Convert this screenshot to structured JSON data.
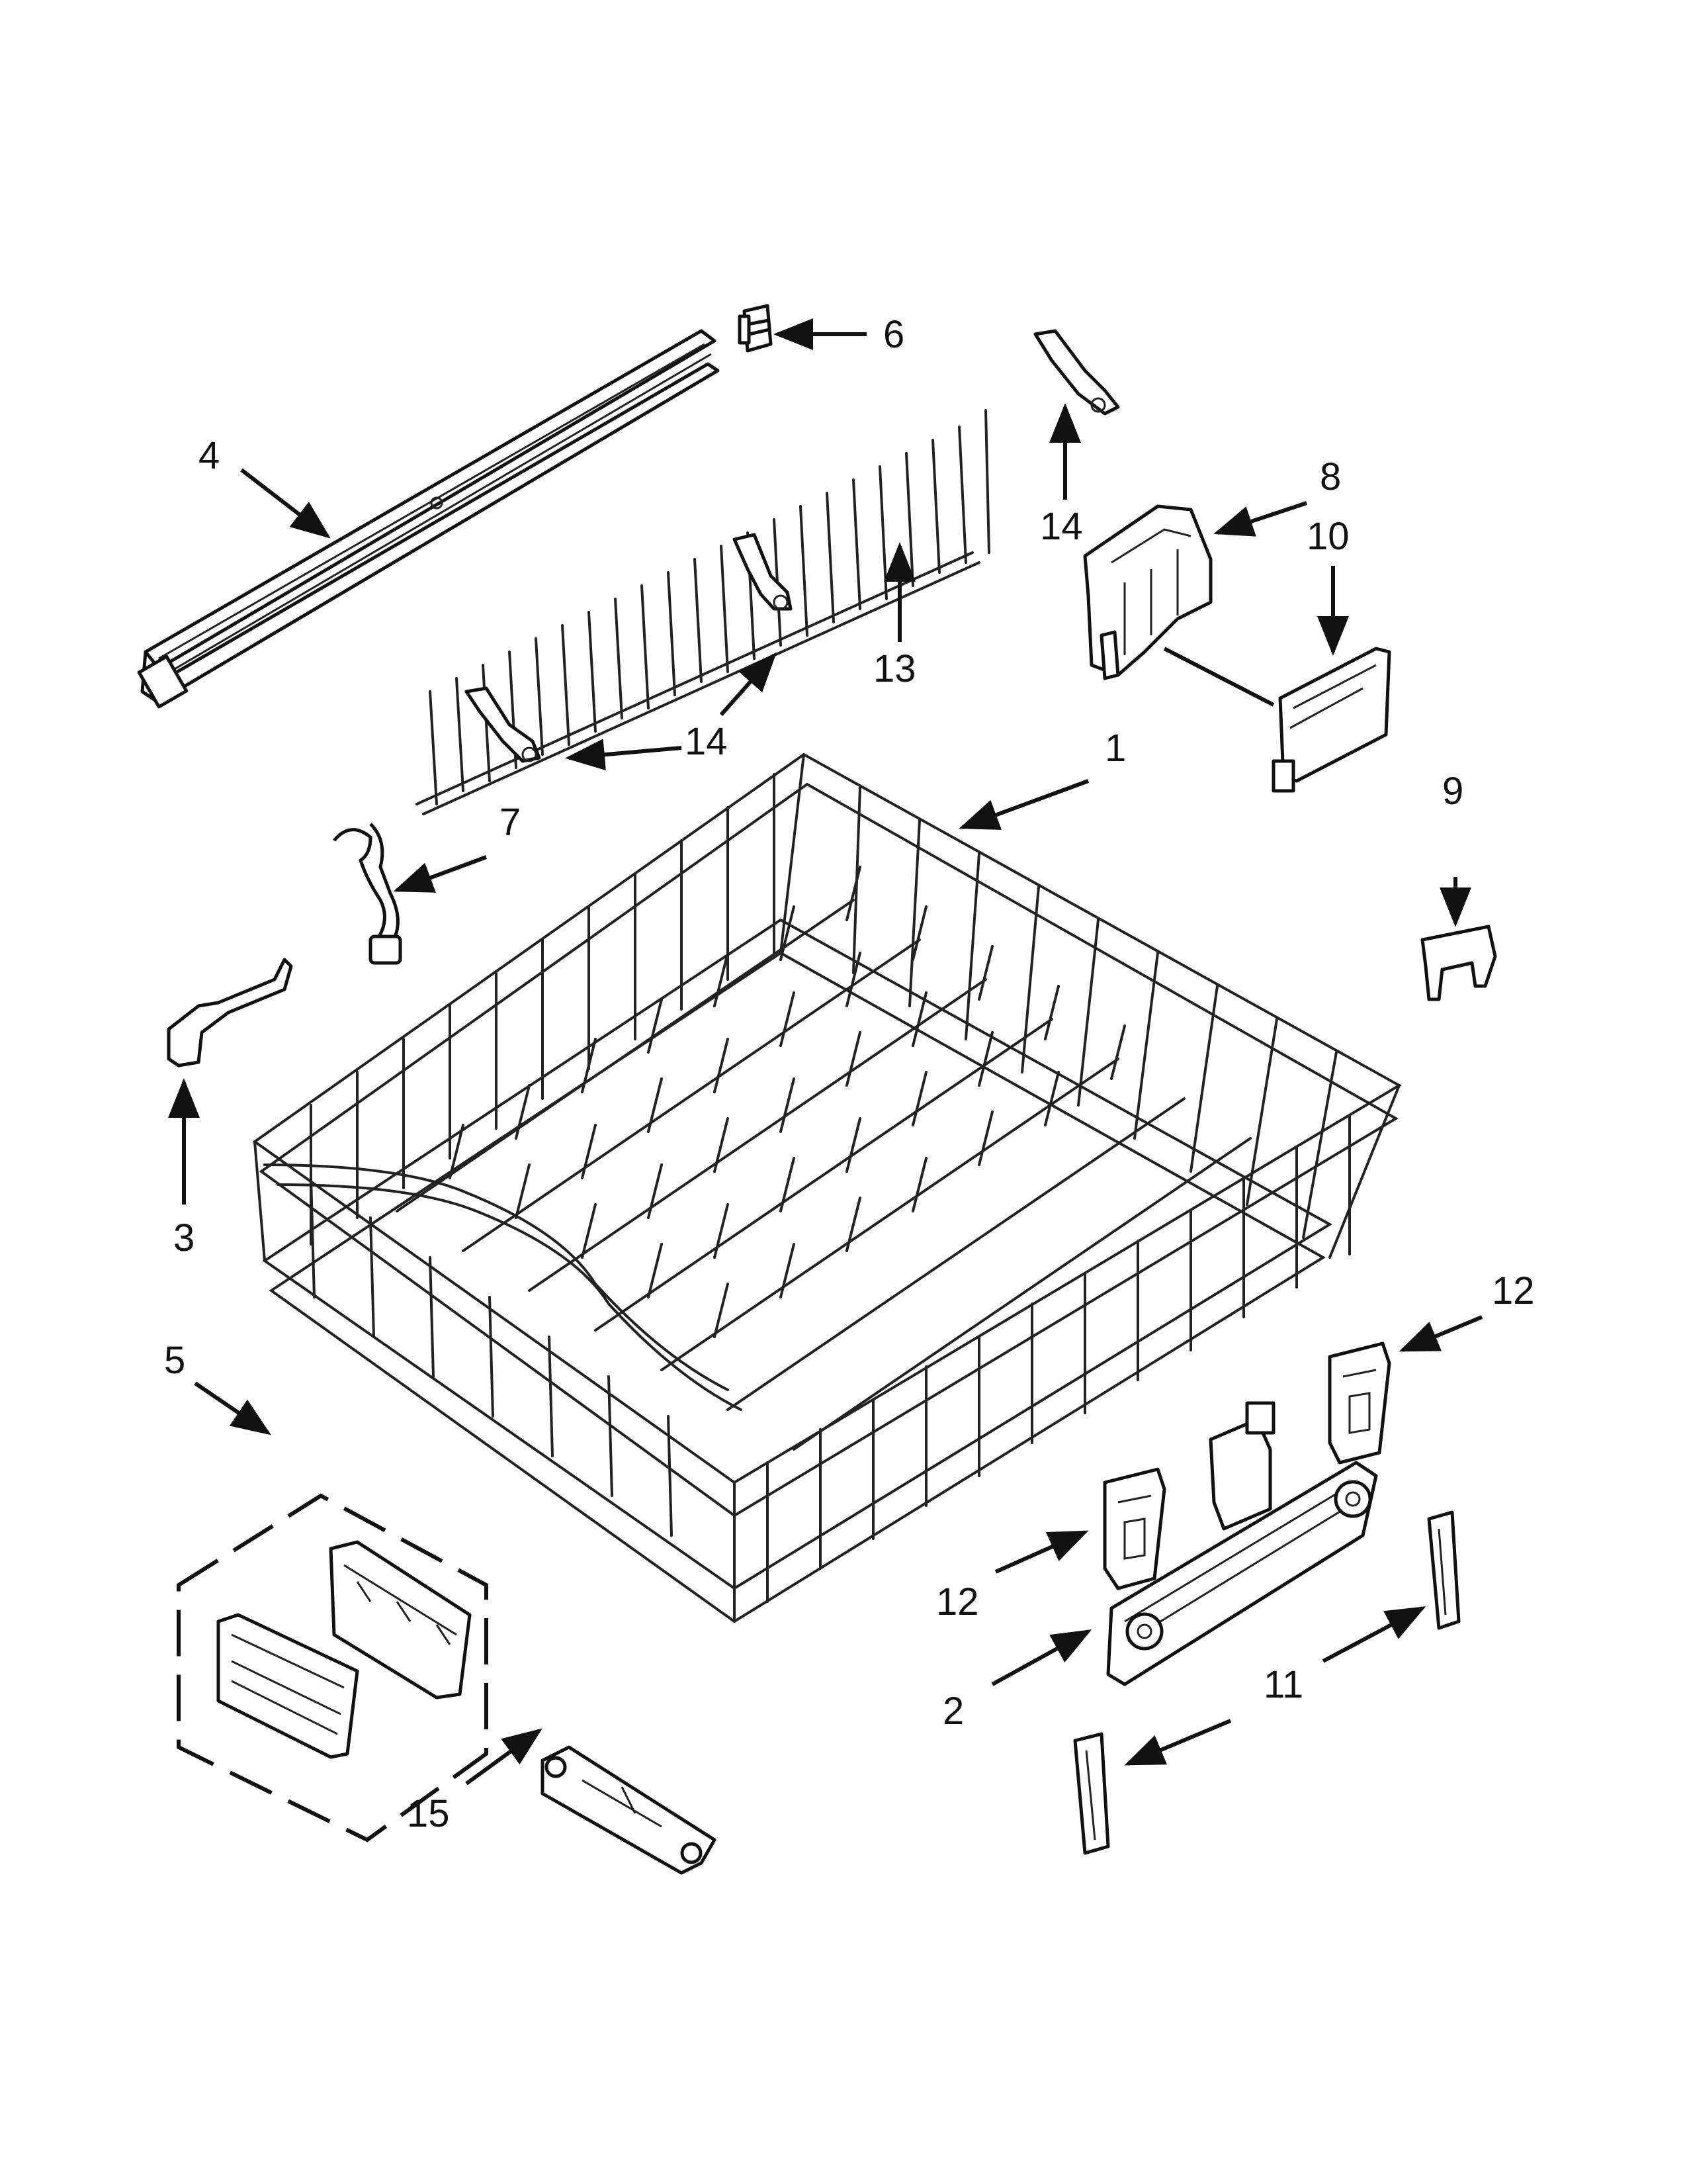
{
  "callouts": {
    "c1": "1",
    "c2": "2",
    "c3": "3",
    "c4": "4",
    "c5": "5",
    "c6": "6",
    "c7": "7",
    "c8": "8",
    "c9": "9",
    "c10": "10",
    "c11": "11",
    "c12a": "12",
    "c12b": "12",
    "c13": "13",
    "c14a": "14",
    "c14b": "14",
    "c15": "15"
  }
}
